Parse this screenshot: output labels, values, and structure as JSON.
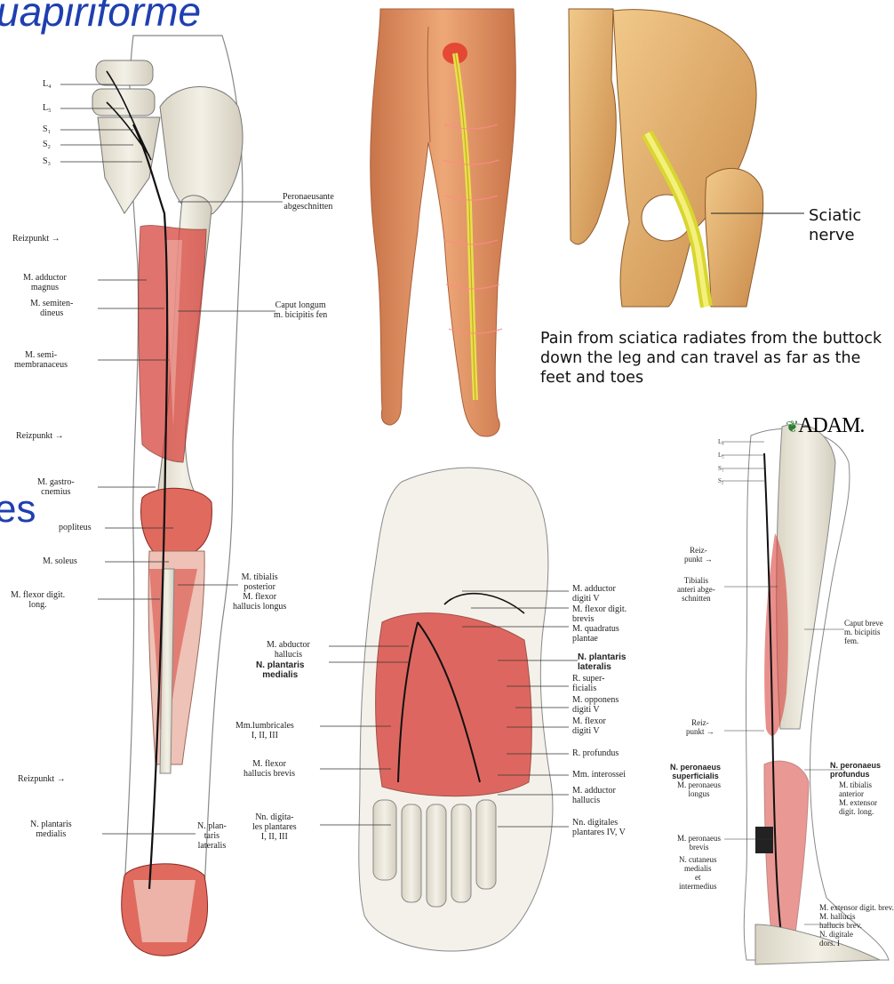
{
  "header": {
    "title": "uapiriforme",
    "side_fragment": "es"
  },
  "figure_left": {
    "vertebrae": [
      "L₄",
      "L₅",
      "S₁",
      "S₂",
      "S₃"
    ],
    "labels_left": [
      "Reizpunkt →",
      "M. adductor\nmagnus",
      "M. semiten-\ndineus",
      "M. semi-\nmembranaceus",
      "Reizpunkt →",
      "M. gastro-\ncnemius",
      "popliteus",
      "M. soleus",
      "M. flexor digit.\nlong.",
      "Reizpunkt →",
      "N. plantaris\nmedialis"
    ],
    "labels_right": [
      "Peronaeusante\nabgeschnitten",
      "Caput longum\nm. bicipitis fen",
      "M. tibialis\nposterior\nM. flexor\nhallucis longus",
      "N. plan-\ntaris\nlateralis"
    ]
  },
  "figure_foot": {
    "labels_left": [
      "M. abductor\nhallucis",
      "N. plantaris\nmedialis",
      "Mm.lumbricales\nI, II, III",
      "M. flexor\nhallucis brevis",
      "Nn. digita-\nles plantares\nI, II, III"
    ],
    "labels_right": [
      "M. adductor\ndigiti V",
      "M. flexor digit.\nbrevis",
      "M. quadratus\nplantae",
      "N. plantaris\nlateralis",
      "R. super-\nficialis",
      "M. opponens\ndigiti V",
      "M. flexor\ndigiti V",
      "R. profundus",
      "Mm. interossei",
      "M. adductor\nhallucis",
      "Nn. digitales\nplantares IV, V"
    ]
  },
  "figure_sciatic": {
    "label": "Sciatic\nnerve",
    "caption": "Pain from sciatica radiates from the buttock down the leg and can travel as far as the feet and toes",
    "logo": "ADAM."
  },
  "figure_right": {
    "labels_left": [
      "Reiz-\npunkt →",
      "Tibialis\nanteri abge-\nschnitten",
      "Reiz-\npunkt →",
      "N. peronaeus\nsuperficialis",
      "M. peronaeus\nlongus",
      "M. peronaeus\nbrevis",
      "N. cutaneus\nmedialis\net\nintermedius"
    ],
    "labels_right": [
      "Caput breve\nm. bicipitis\nfem.",
      "N. peronaeus\nprofundus",
      "M. tibialis\nanterior",
      "M. extensor\ndigit. long.",
      "M. extensor digit. brev.\nM. hallucis\nhallucis brev.\nN. digitale\ndors. I"
    ]
  },
  "colors": {
    "title": "#1f3fb0",
    "bone": "#ece8dc",
    "muscle": "#d8453e",
    "nerve_yellow": "#e9e04a",
    "skin": "#e7a070"
  }
}
